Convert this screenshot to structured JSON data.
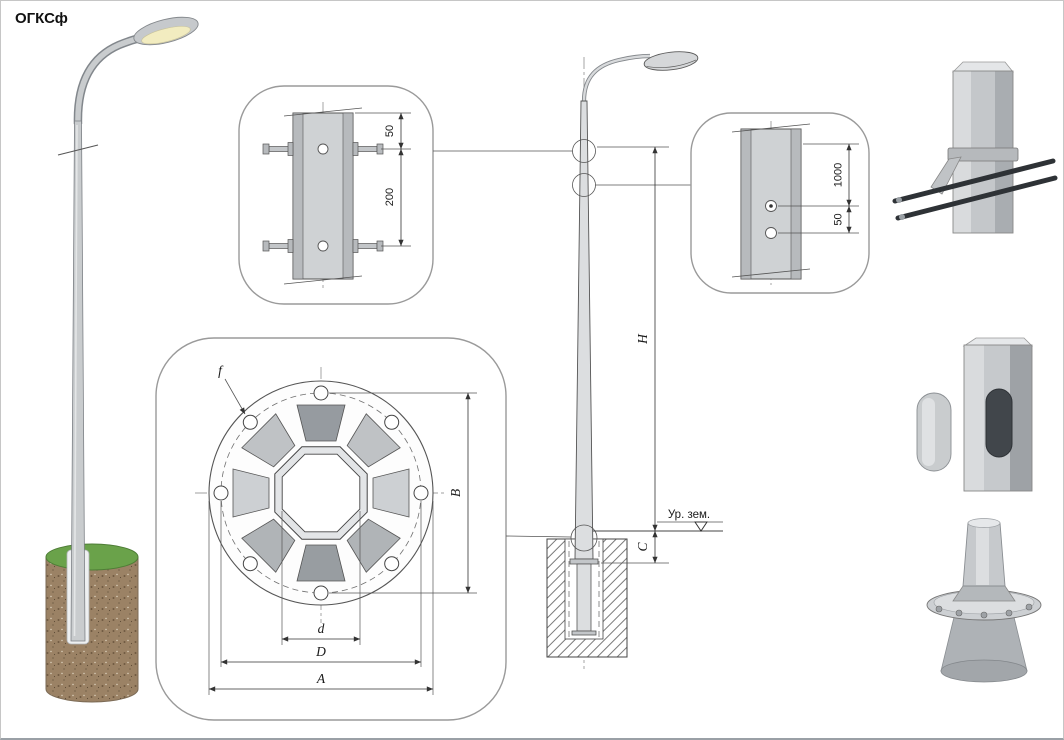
{
  "title": "ОГКСф",
  "colors": {
    "foundation_brown": "#9b8265",
    "grass_green": "#6aa24a",
    "pole_gray": "#c9ccce",
    "lamp_glow": "#f2ecc0",
    "rod_dark": "#2e3236",
    "opening_dark": "#41464b"
  },
  "anchor_detail": {
    "dim_offset": "50",
    "dim_spacing": "200"
  },
  "holes_detail": {
    "dim_height": "1000",
    "dim_offset": "50"
  },
  "flange_view": {
    "hole_label": "f",
    "dim_vertical": "B",
    "dim_octagon": "d",
    "dim_bolt_circle": "D",
    "dim_outer": "A"
  },
  "elevation": {
    "height_label": "H",
    "reveal_label": "C",
    "ground_label": "Ур. зем."
  }
}
